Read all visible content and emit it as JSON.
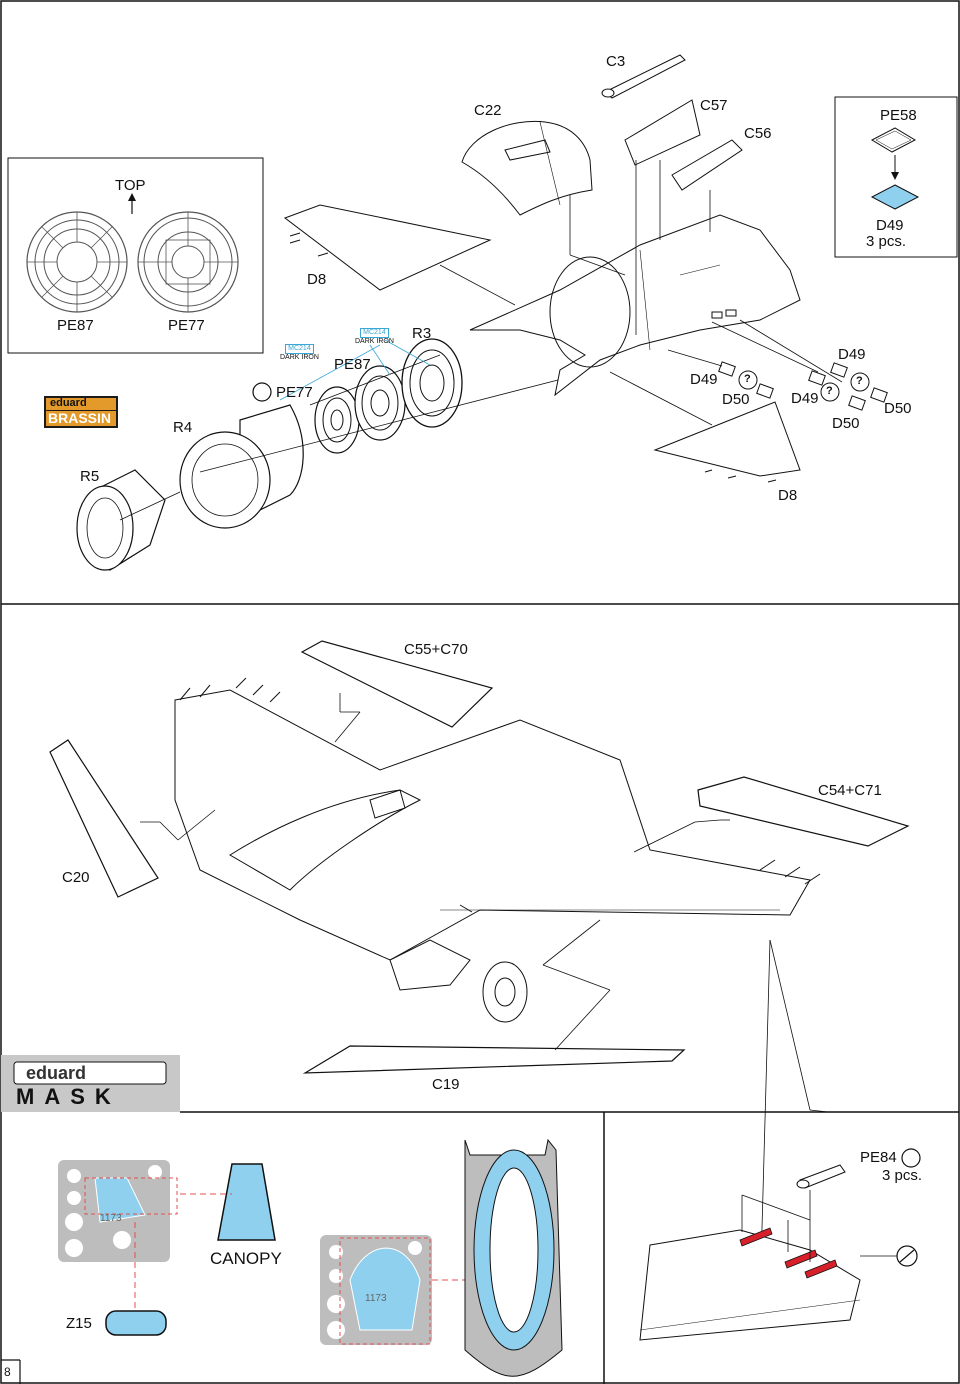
{
  "page_number": "8",
  "brand": {
    "eduard_brassin_top": "eduard",
    "eduard_brassin_bottom": "BRASSIN",
    "eduard_mask_top": "eduard",
    "eduard_mask_bottom": "MASK"
  },
  "colors": {
    "mask_blue": "#8fd0ee",
    "pe_red": "#d8202a",
    "ink": "#111111",
    "gray": "#9a9a9a"
  },
  "section1": {
    "inset": {
      "top_label": "TOP",
      "pe87": "PE87",
      "pe77": "PE77"
    },
    "parts": {
      "c3": "C3",
      "c22": "C22",
      "c57": "C57",
      "c56": "C56",
      "d8_top": "D8",
      "r3": "R3",
      "pe87": "PE87",
      "pe77": "PE77",
      "r4": "R4",
      "r5": "R5",
      "d49_a": "D49",
      "d50_a": "D50",
      "d49_b": "D49",
      "d50_b": "D50",
      "d49_c": "D49",
      "d50_c": "D50",
      "d8_bottom": "D8"
    },
    "paint_callouts": [
      {
        "code": "MC214",
        "name": "DARK IRON"
      },
      {
        "code": "MC214",
        "name": "DARK IRON"
      }
    ],
    "pe58_inset": {
      "pe58": "PE58",
      "d49": "D49",
      "qty": "3 pcs."
    },
    "unknown_mark": "?"
  },
  "section2": {
    "c55_c70": "C55+C70",
    "c54_c71": "C54+C71",
    "c20": "C20",
    "c19": "C19"
  },
  "section3": {
    "canopy": "CANOPY",
    "z15": "Z15",
    "mask_code": "1173"
  },
  "section4": {
    "pe84": "PE84",
    "qty": "3 pcs."
  }
}
